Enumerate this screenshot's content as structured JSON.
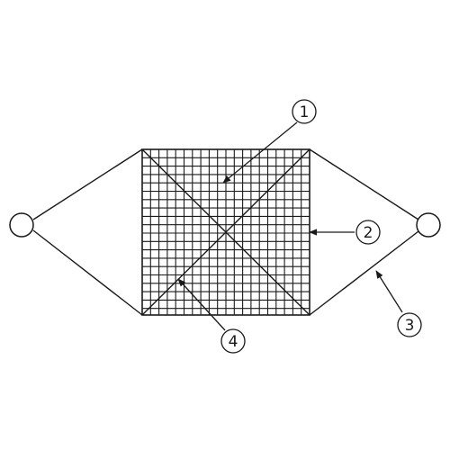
{
  "diagram": {
    "callouts": [
      {
        "id": "c1",
        "label": "1"
      },
      {
        "id": "c2",
        "label": "2"
      },
      {
        "id": "c3",
        "label": "3"
      },
      {
        "id": "c4",
        "label": "4"
      }
    ]
  }
}
